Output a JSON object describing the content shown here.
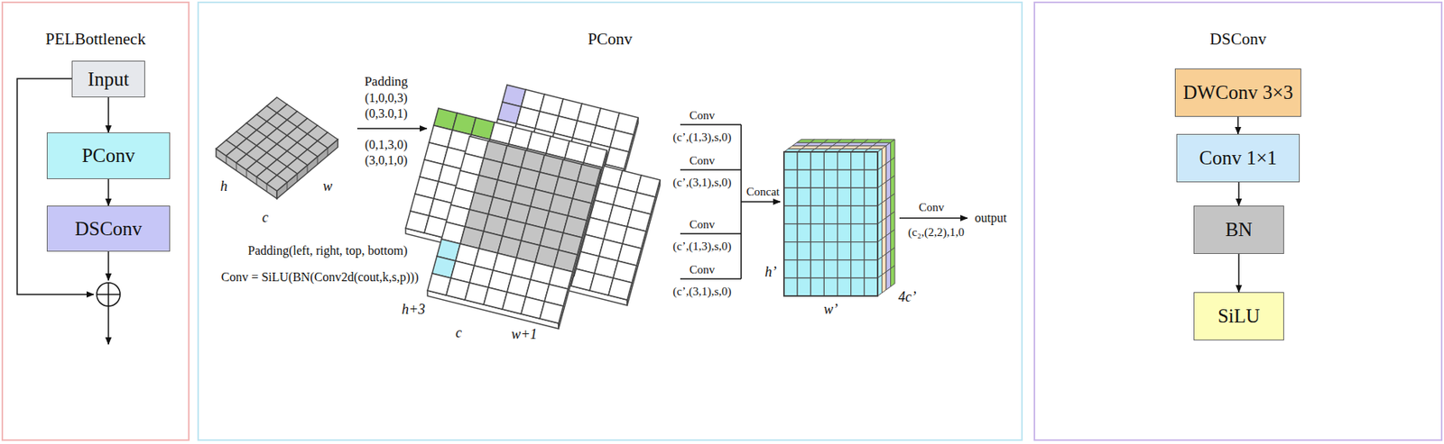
{
  "diagram": {
    "nodes": [
      {
        "text": [
          "PELBottleneck"
        ]
      },
      {
        "text": [
          "Input"
        ],
        "in": 0
      },
      {
        "text": [
          "PConv"
        ],
        "in": 0
      },
      {
        "text": [
          "DSConv"
        ],
        "in": 0
      },
      {
        "text": [
          "PConv"
        ]
      },
      {
        "text": [
          "DSConv"
        ]
      },
      {
        "text": [
          "DWConv 3×3"
        ],
        "in": 5
      },
      {
        "text": [
          "Conv 1×1"
        ],
        "in": 5
      },
      {
        "text": [
          "BN"
        ],
        "in": 5
      },
      {
        "text": [
          "SiLU"
        ],
        "in": 5
      }
    ],
    "edges": [
      {
        "from": 1,
        "to": 2,
        "arrow": "to"
      },
      {
        "from": 2,
        "to": 3,
        "arrow": "to"
      },
      {
        "from": 6,
        "to": 7,
        "arrow": "to"
      },
      {
        "from": 7,
        "to": 8,
        "arrow": "to"
      },
      {
        "from": 8,
        "to": 9,
        "arrow": "to"
      }
    ],
    "labels": [
      "Padding",
      "(1,0,0,3)",
      "(0,3.0,1)",
      "(0,1,3,0)",
      "(3,0,1,0)",
      "Padding(left, right, top, bottom)",
      "Conv = SiLU(BN(Conv2d(cout,k,s,p)))",
      "h",
      "w",
      "c",
      "h+3",
      "c",
      "w+1",
      "Conv",
      "(c’,(1,3),s,0)",
      "Conv",
      "(c’,(3,1),s,0)",
      "Concat",
      "Conv",
      "(c’,(1,3),s,0)",
      "Conv",
      "(c’,(3,1),s,0)",
      "h’",
      "w’",
      "4c’",
      "Conv",
      "(c₂,(2,2),1,0",
      "output"
    ]
  }
}
